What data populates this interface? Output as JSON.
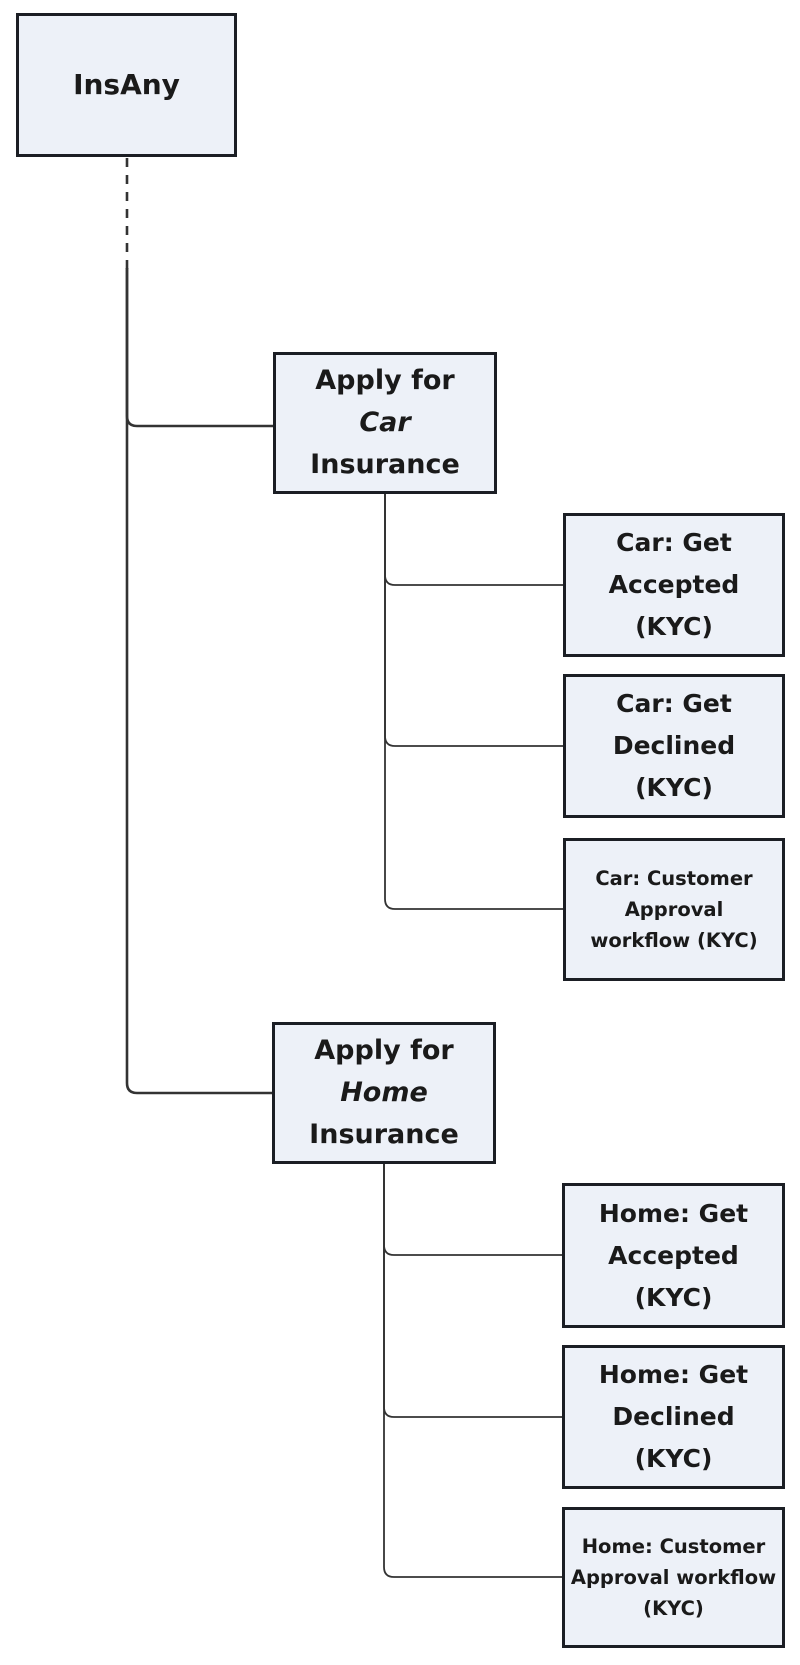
{
  "diagram": {
    "type": "tree",
    "root_edge_style": "dashed top segment, solid below",
    "nodes": {
      "insany": {
        "label": "InsAny",
        "lines": [
          "InsAny"
        ]
      },
      "apply_car": {
        "label": "Apply for Car Insurance",
        "lines": [
          "Apply for",
          "Car",
          "Insurance"
        ],
        "italic_line": "Car"
      },
      "car_accepted": {
        "label": "Car: Get Accepted (KYC)",
        "lines": [
          "Car: Get",
          "Accepted",
          "(KYC)"
        ]
      },
      "car_declined": {
        "label": "Car: Get Declined (KYC)",
        "lines": [
          "Car: Get",
          "Declined",
          "(KYC)"
        ]
      },
      "car_approval": {
        "label": "Car: Customer Approval workflow (KYC)",
        "lines": [
          "Car: Customer",
          "Approval",
          "workflow (KYC)"
        ]
      },
      "apply_home": {
        "label": "Apply for Home Insurance",
        "lines": [
          "Apply for",
          "Home",
          "Insurance"
        ],
        "italic_line": "Home"
      },
      "home_accepted": {
        "label": "Home: Get Accepted (KYC)",
        "lines": [
          "Home: Get",
          "Accepted",
          "(KYC)"
        ]
      },
      "home_declined": {
        "label": "Home: Get Declined (KYC)",
        "lines": [
          "Home: Get",
          "Declined",
          "(KYC)"
        ]
      },
      "home_approval": {
        "label": "Home: Customer Approval workflow (KYC)",
        "lines": [
          "Home: Customer",
          "Approval workflow",
          "(KYC)"
        ]
      }
    },
    "edges": [
      {
        "from": "insany",
        "to": "apply_car"
      },
      {
        "from": "insany",
        "to": "apply_home"
      },
      {
        "from": "apply_car",
        "to": "car_accepted"
      },
      {
        "from": "apply_car",
        "to": "car_declined"
      },
      {
        "from": "apply_car",
        "to": "car_approval"
      },
      {
        "from": "apply_home",
        "to": "home_accepted"
      },
      {
        "from": "apply_home",
        "to": "home_declined"
      },
      {
        "from": "apply_home",
        "to": "home_approval"
      }
    ]
  },
  "colors": {
    "node_fill": "#edf1f8",
    "node_border": "#1b1e24",
    "edge": "#333333",
    "text": "#1a1a1a",
    "background": "#ffffff"
  }
}
